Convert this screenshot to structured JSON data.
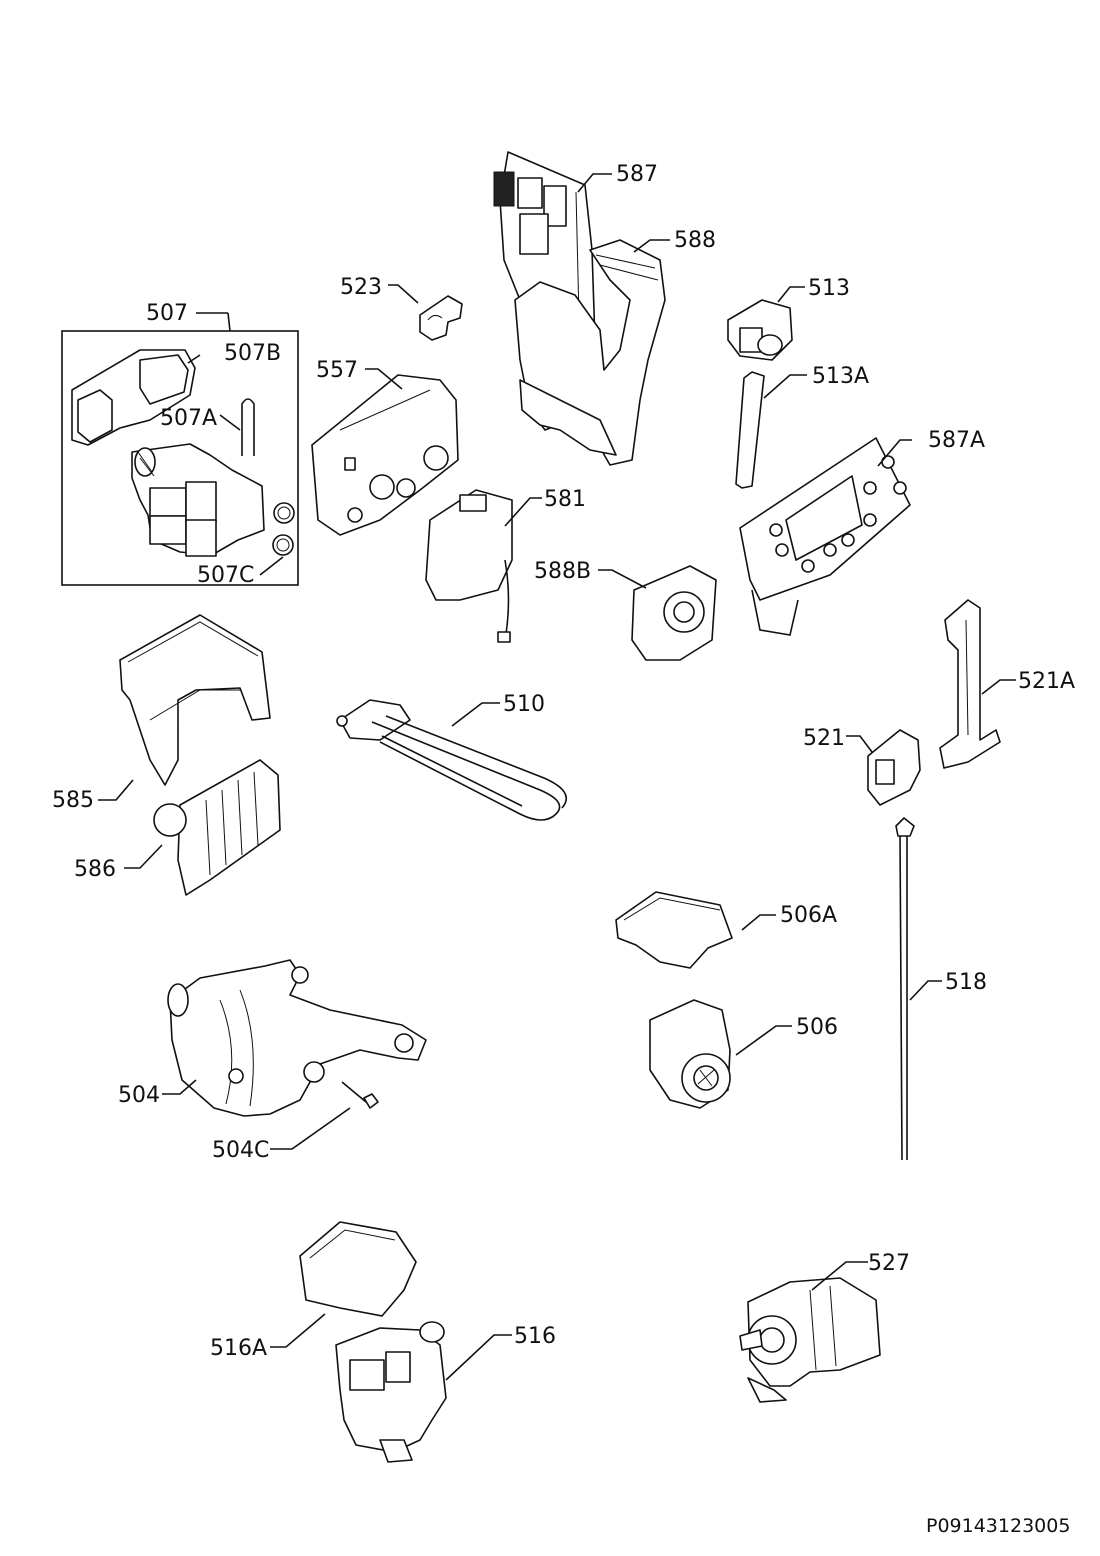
{
  "diagram_code": "P09143123005",
  "labels": {
    "l507": "507",
    "l507B": "507B",
    "l507A": "507A",
    "l507C": "507C",
    "l523": "523",
    "l587": "587",
    "l588": "588",
    "l513": "513",
    "l513A": "513A",
    "l557": "557",
    "l581": "581",
    "l587A": "587A",
    "l588B": "588B",
    "l585": "585",
    "l586": "586",
    "l510": "510",
    "l521A": "521A",
    "l521": "521",
    "l506A": "506A",
    "l506": "506",
    "l518": "518",
    "l504": "504",
    "l504C": "504C",
    "l527": "527",
    "l516A": "516A",
    "l516": "516"
  }
}
